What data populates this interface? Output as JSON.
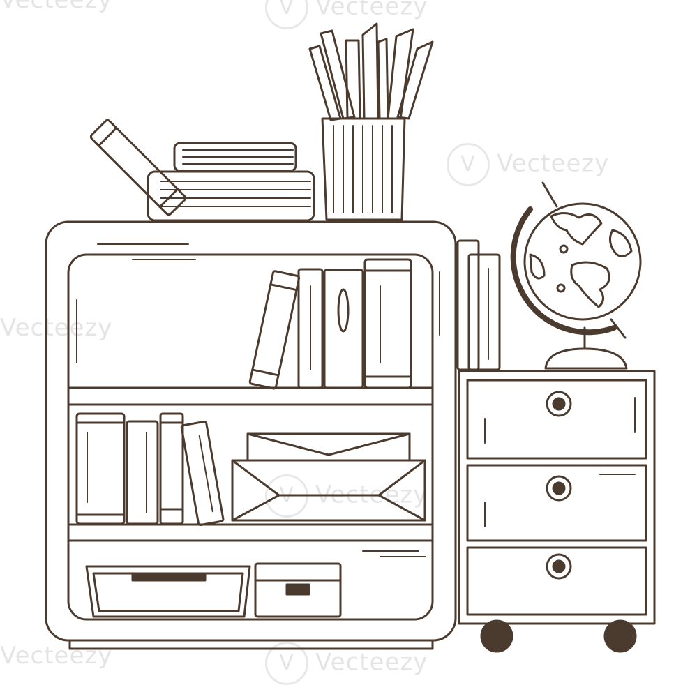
{
  "watermark": {
    "text": "Vecteezy",
    "logo_glyph": "V",
    "color": "#cfcfcf"
  },
  "colors": {
    "ink": "#4b3a2e",
    "paper": "#ffffff"
  },
  "illustration": {
    "style": "line-art",
    "subject": "bookshelf-with-drawer-cabinet-globe-and-pencil-cup"
  }
}
